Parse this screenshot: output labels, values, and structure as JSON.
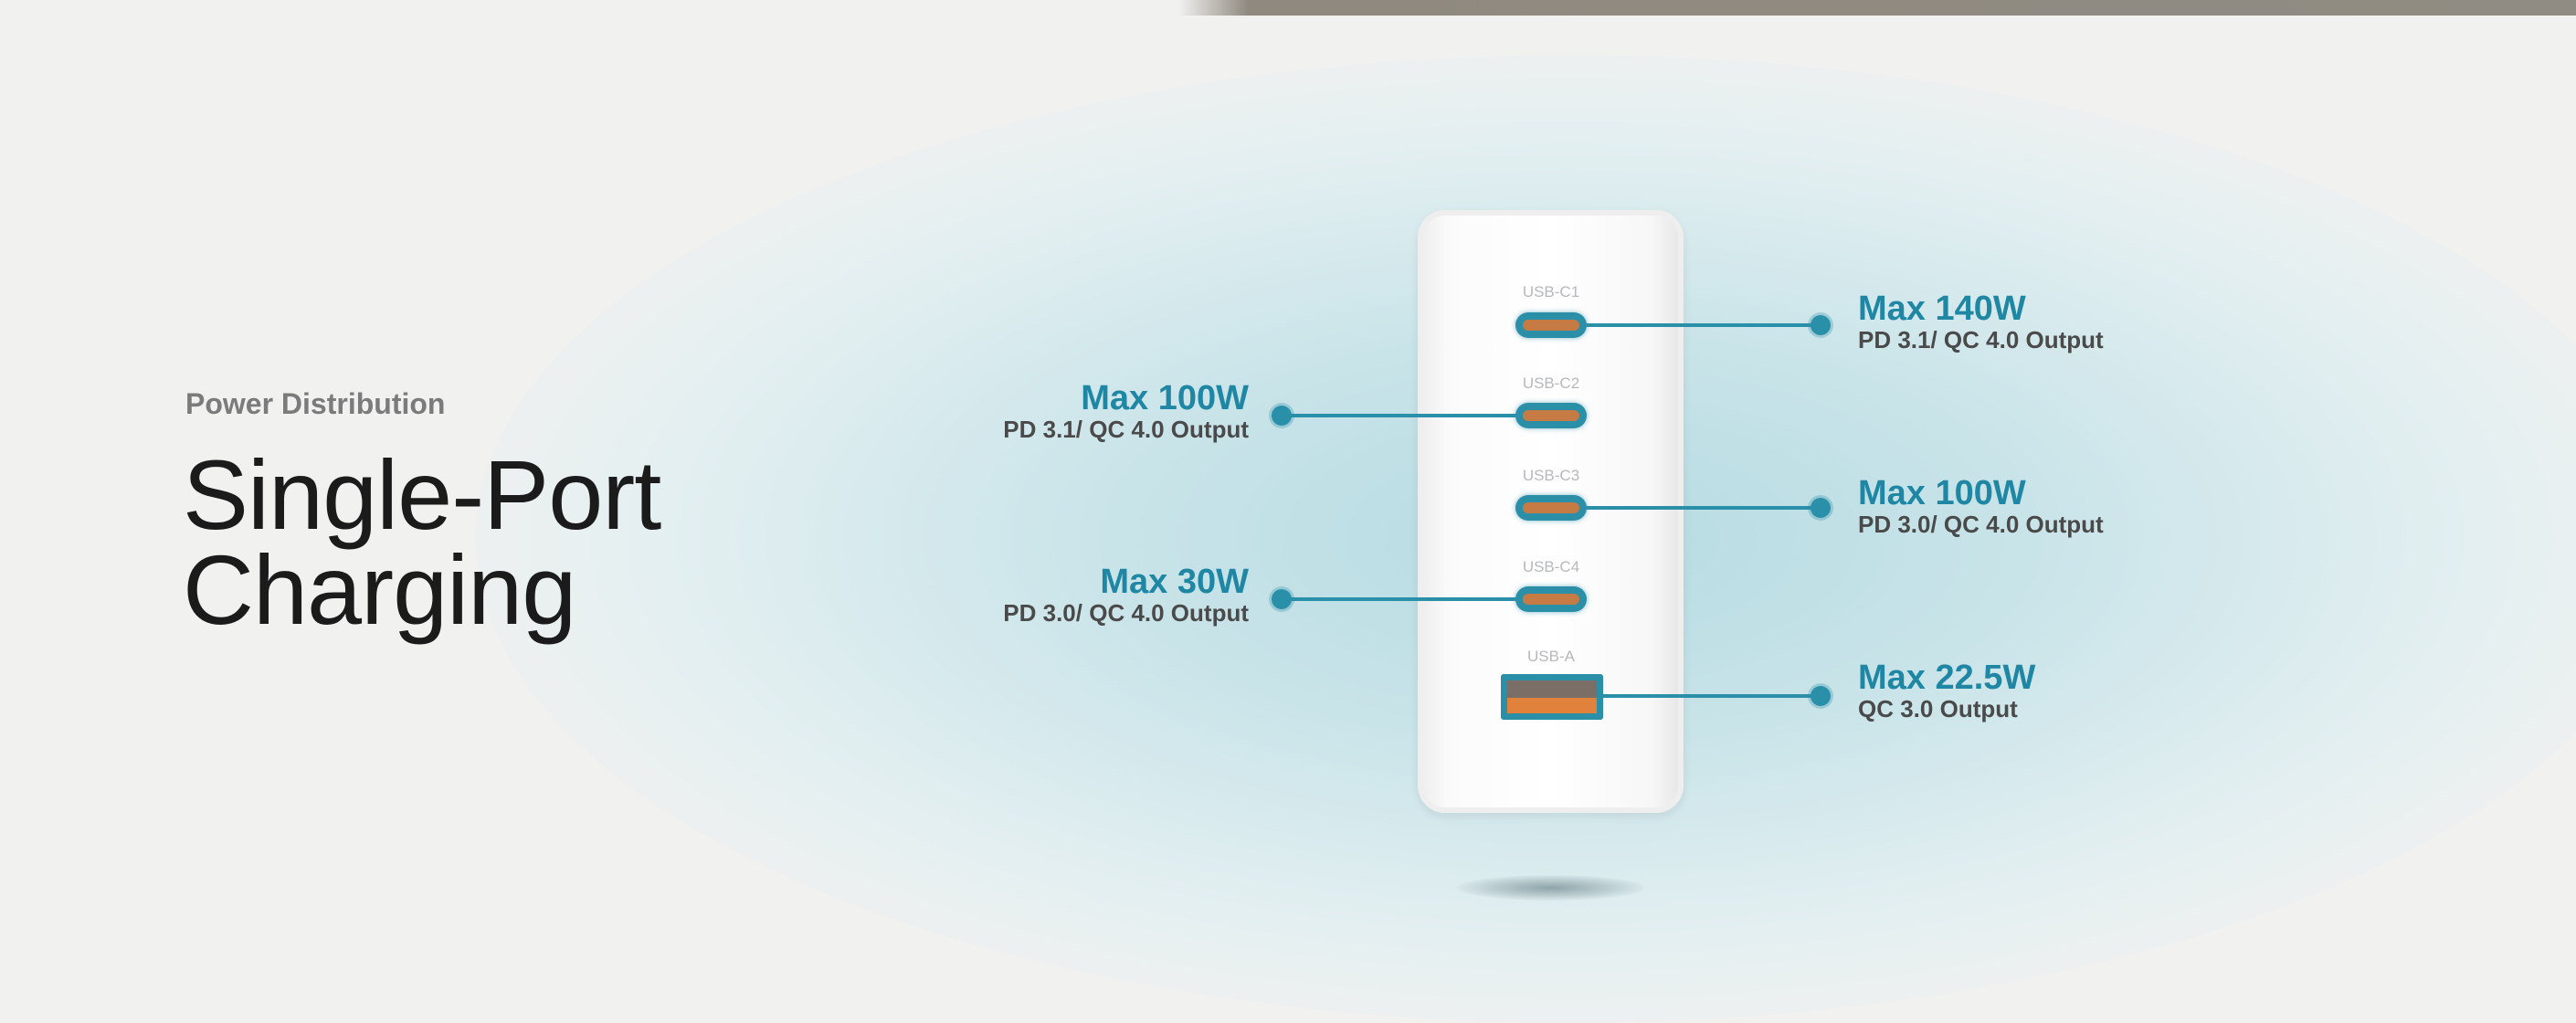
{
  "section": {
    "eyebrow": "Power Distribution",
    "title_line1": "Single-Port",
    "title_line2": "Charging"
  },
  "ports": [
    {
      "label": "USB-C1",
      "max": "Max 140W",
      "protocol": "PD 3.1/ QC 4.0 Output",
      "side": "right"
    },
    {
      "label": "USB-C2",
      "max": "Max 100W",
      "protocol": "PD 3.1/ QC 4.0 Output",
      "side": "left"
    },
    {
      "label": "USB-C3",
      "max": "Max 100W",
      "protocol": "PD 3.0/ QC 4.0 Output",
      "side": "right"
    },
    {
      "label": "USB-C4",
      "max": "Max 30W",
      "protocol": "PD 3.0/ QC 4.0 Output",
      "side": "left"
    },
    {
      "label": "USB-A",
      "max": "Max 22.5W",
      "protocol": "QC 3.0 Output",
      "side": "right"
    }
  ],
  "colors": {
    "accent": "#1f87a4",
    "port": "#c77b44"
  }
}
